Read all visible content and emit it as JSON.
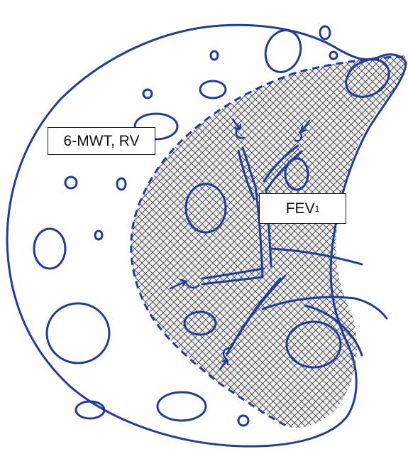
{
  "labels": {
    "outer_region": "6-MWT, RV",
    "inner_region_main": "FEV",
    "inner_region_sub": "1"
  },
  "colors": {
    "outline": "#1f3d99",
    "hatch": "#3a3a3a",
    "hatch_background": "#ededed",
    "label_border": "#1a1a1a"
  }
}
